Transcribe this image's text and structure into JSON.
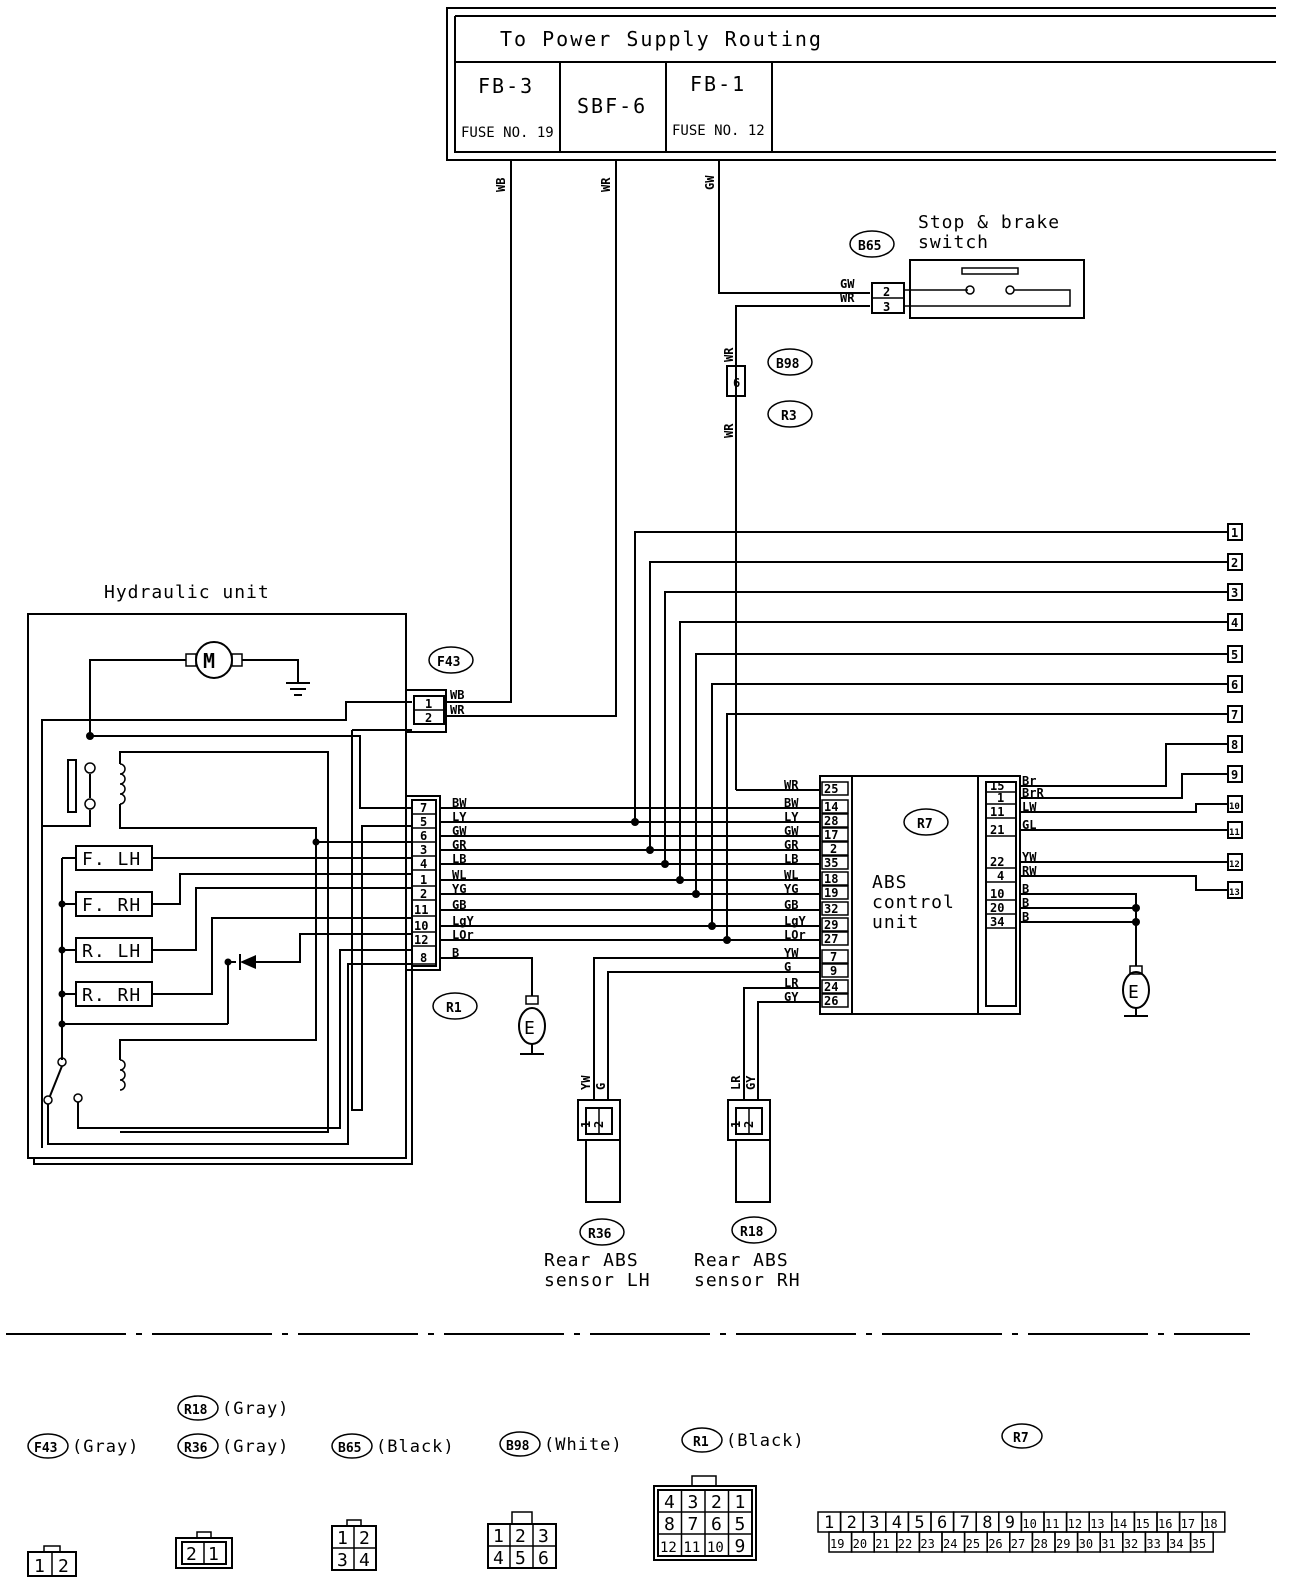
{
  "header": {
    "title": "To Power Supply Routing",
    "fuses": [
      {
        "name": "FB-3",
        "sub": "FUSE NO. 19"
      },
      {
        "name": "SBF-6",
        "sub": ""
      },
      {
        "name": "FB-1",
        "sub": "FUSE NO. 12"
      }
    ],
    "wires": [
      "WB",
      "WR",
      "GW"
    ]
  },
  "stop_switch": {
    "title_line1": "Stop & brake",
    "title_line2": "switch",
    "connector": "B65",
    "pins": [
      "2",
      "3"
    ],
    "wires": [
      "GW",
      "WR"
    ]
  },
  "b98": {
    "connector": "B98",
    "pin": "6",
    "wire_top": "WR",
    "wire_bottom": "WR"
  },
  "r3": {
    "connector": "R3"
  },
  "hydraulic": {
    "title": "Hydraulic unit",
    "valves": [
      "F. LH",
      "F. RH",
      "R. LH",
      "R. RH"
    ],
    "connector_f43": "F43",
    "f43_pins": [
      "1",
      "2"
    ],
    "f43_wires": [
      "WB",
      "WR"
    ],
    "connector_r1": "R1",
    "r1_pins": [
      "7",
      "5",
      "6",
      "3",
      "4",
      "1",
      "2",
      "11",
      "10",
      "12",
      "8"
    ],
    "r1_wires": [
      "BW",
      "LY",
      "GW",
      "GR",
      "LB",
      "WL",
      "YG",
      "GB",
      "LgY",
      "LOr",
      "B"
    ]
  },
  "abs_unit": {
    "connector": "R7",
    "title_line1": "ABS",
    "title_line2": "control",
    "title_line3": "unit",
    "left_pins": [
      "25",
      "14",
      "28",
      "17",
      "2",
      "35",
      "18",
      "19",
      "32",
      "29",
      "27",
      "7",
      "9",
      "24",
      "26"
    ],
    "left_wires": [
      "WR",
      "BW",
      "LY",
      "GW",
      "GR",
      "LB",
      "WL",
      "YG",
      "GB",
      "LgY",
      "LOr",
      "YW",
      "G",
      "LR",
      "GY"
    ],
    "right_pins": [
      "15",
      "1",
      "11",
      "21",
      "22",
      "4",
      "10",
      "20",
      "34"
    ],
    "right_wires": [
      "Br",
      "BrR",
      "LW",
      "GL",
      "YW",
      "RW",
      "B",
      "B",
      "B"
    ]
  },
  "outputs": [
    "1",
    "2",
    "3",
    "4",
    "5",
    "6",
    "7",
    "8",
    "9",
    "10",
    "11",
    "12",
    "13"
  ],
  "ground_symbol": "E",
  "sensors": [
    {
      "connector": "R36",
      "line1": "Rear ABS",
      "line2": "sensor LH",
      "wires": [
        "YW",
        "G"
      ],
      "pins": [
        "1",
        "2"
      ]
    },
    {
      "connector": "R18",
      "line1": "Rear ABS",
      "line2": "sensor RH",
      "wires": [
        "LR",
        "GY"
      ],
      "pins": [
        "1",
        "2"
      ]
    }
  ],
  "legend": {
    "items": [
      {
        "code": "F43",
        "color": "(Gray)"
      },
      {
        "code": "R18",
        "color": "(Gray)"
      },
      {
        "code": "R36",
        "color": "(Gray)"
      },
      {
        "code": "B65",
        "color": "(Black)"
      },
      {
        "code": "B98",
        "color": "(White)"
      },
      {
        "code": "R1",
        "color": "(Black)"
      },
      {
        "code": "R7",
        "color": ""
      }
    ],
    "f43_face": [
      "1",
      "2"
    ],
    "r36_face": [
      "2",
      "1"
    ],
    "b65_face": [
      "1",
      "2",
      "3",
      "4"
    ],
    "b98_face": [
      "1",
      "2",
      "3",
      "4",
      "5",
      "6"
    ],
    "r1_face": [
      "4",
      "3",
      "2",
      "1",
      "8",
      "7",
      "6",
      "5",
      "12",
      "11",
      "10",
      "9"
    ],
    "r7_face_top": [
      "1",
      "2",
      "3",
      "4",
      "5",
      "6",
      "7",
      "8",
      "9",
      "10",
      "11",
      "12",
      "13",
      "14",
      "15",
      "16",
      "17",
      "18"
    ],
    "r7_face_bottom": [
      "19",
      "20",
      "21",
      "22",
      "23",
      "24",
      "25",
      "26",
      "27",
      "28",
      "29",
      "30",
      "31",
      "32",
      "33",
      "34",
      "35"
    ]
  }
}
